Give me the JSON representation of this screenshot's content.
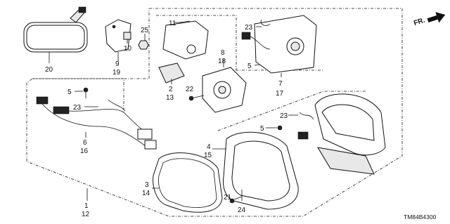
{
  "callouts": {
    "c11": "11",
    "c25": "25",
    "c10": "10",
    "c9": "9",
    "c19": "19",
    "c20": "20",
    "c23a": "23",
    "c5a": "5",
    "c7": "7",
    "c17": "17",
    "c8": "8",
    "c18": "18",
    "c2": "2",
    "c13": "13",
    "c22": "22",
    "c5b": "5",
    "c23b": "23",
    "c6": "6",
    "c16": "16",
    "c23c": "23",
    "c5c": "5",
    "c4": "4",
    "c15": "15",
    "c3": "3",
    "c14": "14",
    "c1": "1",
    "c12": "12",
    "c21": "21",
    "c24": "24"
  },
  "direction": "FR.",
  "diagram_code": "TM84B4300",
  "icons": {
    "direction_arrow": "arrow-right-icon"
  }
}
